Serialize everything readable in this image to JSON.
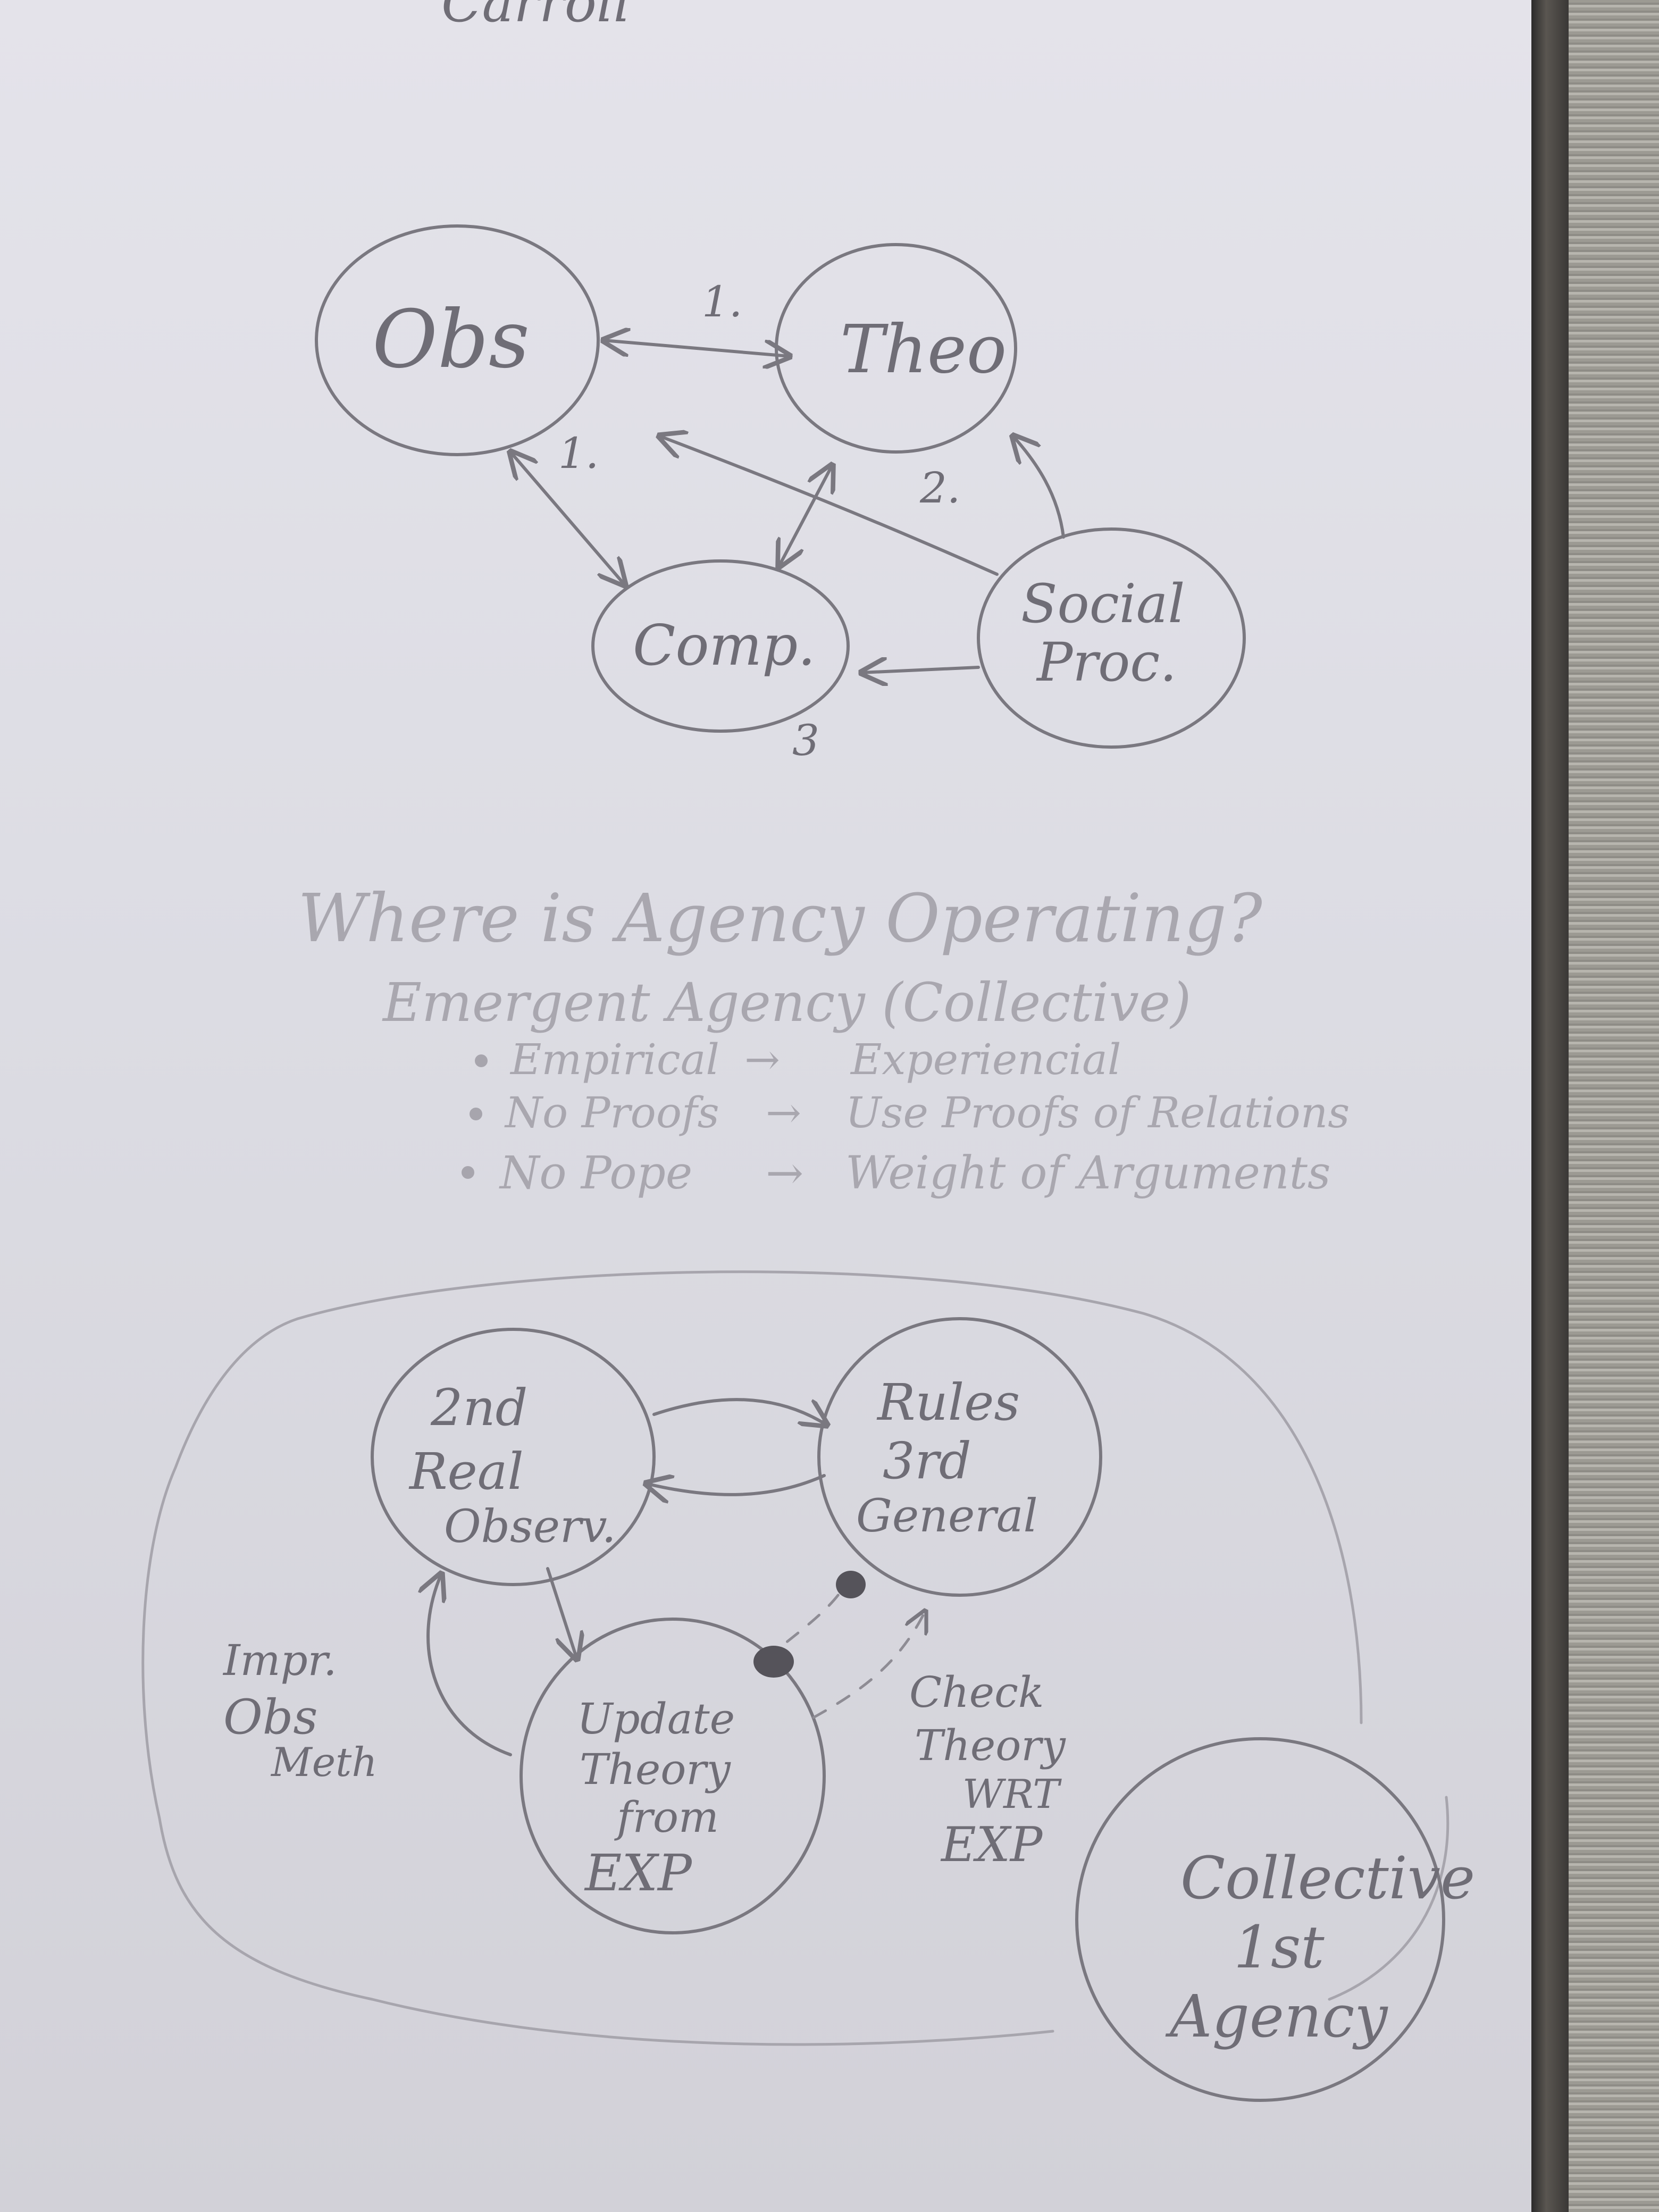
{
  "header_fragment": "Carroll",
  "top_diagram": {
    "nodes": {
      "obs": "Obs",
      "theo": "Theo",
      "comp": "Comp.",
      "social_line1": "Social",
      "social_line2": "Proc."
    },
    "edge_labels": {
      "obs_theo": "1.",
      "obs_comp": "1.",
      "theo_social": "2.",
      "comp": "3"
    }
  },
  "question": {
    "title": "Where is Agency Operating?",
    "subtitle": "Emergent Agency (Collective)",
    "bullets": [
      {
        "from": "Empirical",
        "to": "Experiencial"
      },
      {
        "from": "No Proofs",
        "to": "Use Proofs of Relations"
      },
      {
        "from": "No Pope",
        "to": "Weight of Arguments"
      }
    ]
  },
  "bottom_diagram": {
    "real": [
      "2nd",
      "Real",
      "Observ."
    ],
    "rules": [
      "Rules",
      "3rd",
      "General"
    ],
    "update": [
      "Update",
      "Theory",
      "from",
      "EXP"
    ],
    "collective": [
      "Collective",
      "1st",
      "Agency"
    ],
    "impr": [
      "Impr.",
      "Obs",
      "Meth"
    ],
    "check": [
      "Check",
      "Theory",
      "WRT",
      "EXP"
    ]
  },
  "colors": {
    "paper": "#e0dfe6",
    "ink": "#7a7880",
    "faint_ink": "#a7a5ad"
  }
}
